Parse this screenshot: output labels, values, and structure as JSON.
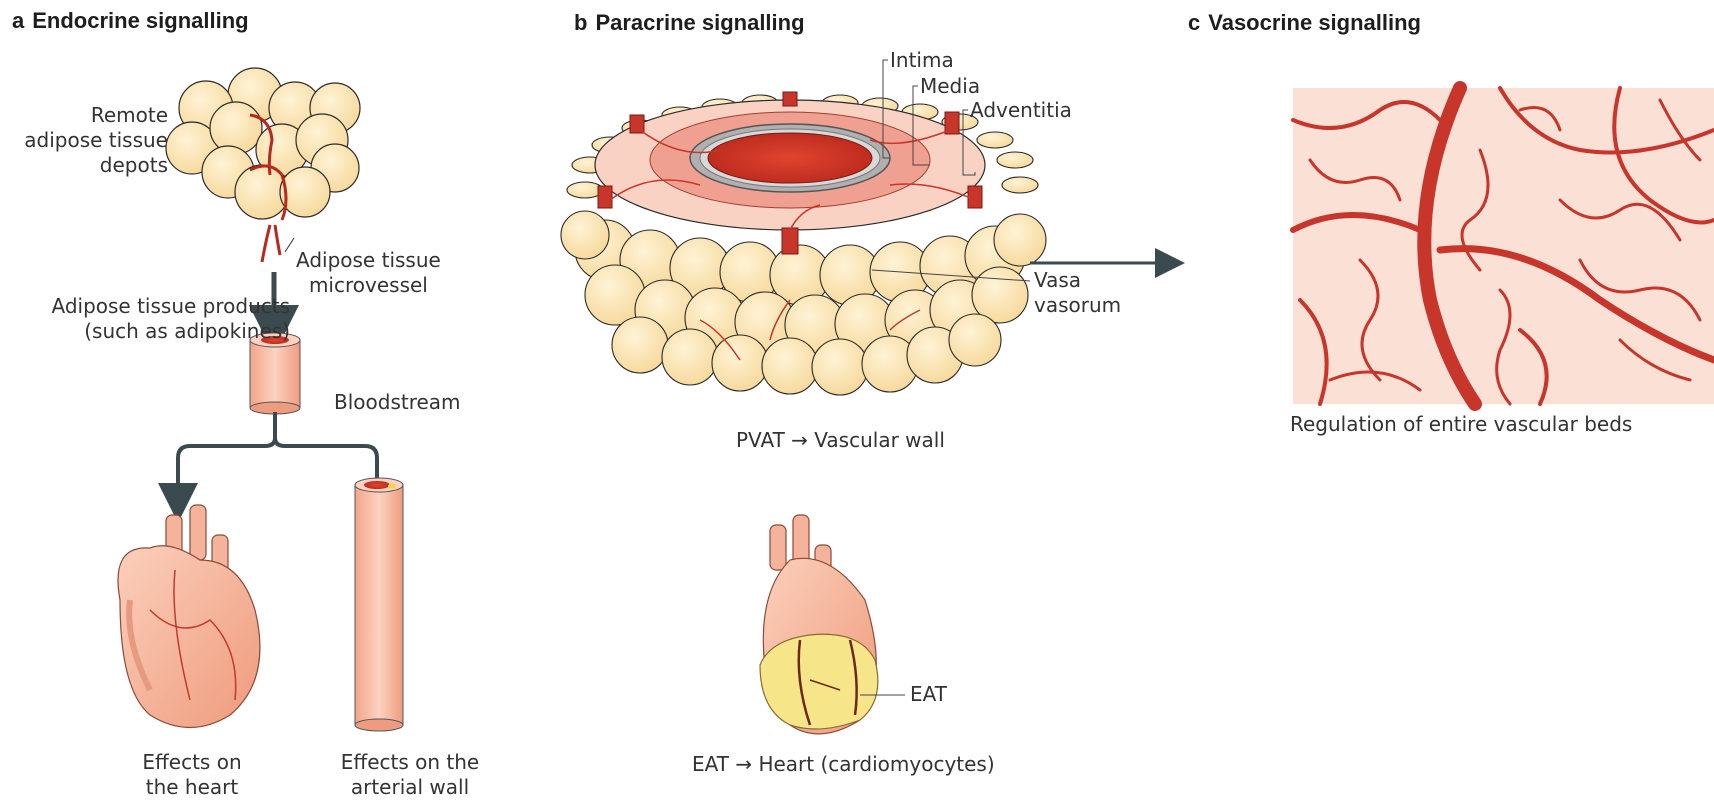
{
  "panels": {
    "a": {
      "letter": "a",
      "title": "Endocrine signalling"
    },
    "b": {
      "letter": "b",
      "title": "Paracrine signalling"
    },
    "c": {
      "letter": "c",
      "title": "Vasocrine signalling"
    }
  },
  "labels": {
    "remote_adipose": [
      "Remote",
      "adipose tissue",
      "depots"
    ],
    "microvessel": [
      "Adipose tissue",
      "microvessel"
    ],
    "products": [
      "Adipose tissue products",
      "(such as adipokines)"
    ],
    "bloodstream": "Bloodstream",
    "effects_heart": [
      "Effects on",
      "the heart"
    ],
    "effects_arterial": [
      "Effects on the",
      "arterial wall"
    ],
    "intima": "Intima",
    "media": "Media",
    "adventitia": "Adventitia",
    "vasa_vasorum": [
      "Vasa",
      "vasorum"
    ],
    "pvat_caption": "PVAT → Vascular wall",
    "eat": "EAT",
    "eat_caption": "EAT → Heart (cardiomyocytes)",
    "vascular_beds_caption": "Regulation of entire vascular beds"
  },
  "colors": {
    "fat": "#fbe3b0",
    "fat_edge": "#2a2a2a",
    "vessel": "#c8352a",
    "vessel_dark": "#9e2018",
    "tissue": "#fbd6c7",
    "heart": "#f4b39a",
    "arrow": "#3a4a4f"
  }
}
